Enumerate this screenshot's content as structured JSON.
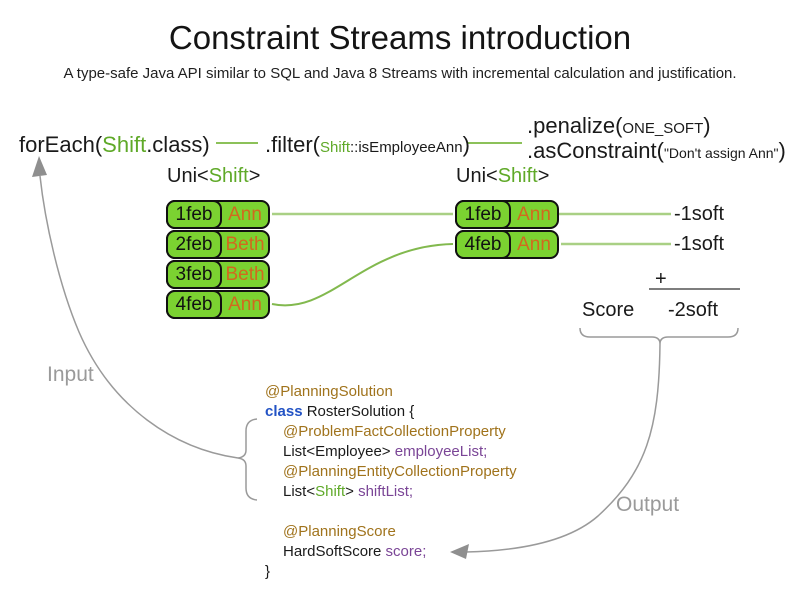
{
  "title": "Constraint Streams introduction",
  "subtitle": "A type-safe Java API similar to SQL and Java 8 Streams with incremental calculation and justification.",
  "pipeline": {
    "foreach": [
      {
        "t": "forEach(",
        "c": "plain"
      },
      {
        "t": "Shift",
        "c": "type"
      },
      {
        "t": ".class)",
        "c": "plain"
      }
    ],
    "filter": [
      {
        "t": ".filter(",
        "c": "plain"
      },
      {
        "t": "Shift",
        "c": "type-sm"
      },
      {
        "t": "::isEmployeeAnn",
        "c": "plain-sm"
      },
      {
        "t": ")",
        "c": "plain"
      }
    ],
    "penalize": [
      {
        "t": ".penalize(",
        "c": "plain"
      },
      {
        "t": "ONE_SOFT",
        "c": "plain-sm"
      },
      {
        "t": ")",
        "c": "plain"
      }
    ],
    "as_constraint": [
      {
        "t": ".asConstraint(",
        "c": "plain"
      },
      {
        "t": "\"Don't assign Ann\"",
        "c": "plain-xs"
      },
      {
        "t": ")",
        "c": "plain"
      }
    ]
  },
  "streams": {
    "left": {
      "type_label": [
        {
          "t": "Uni<",
          "c": "plain"
        },
        {
          "t": "Shift",
          "c": "type"
        },
        {
          "t": ">",
          "c": "plain"
        }
      ],
      "rows": [
        {
          "date": "1feb",
          "employee": "Ann"
        },
        {
          "date": "2feb",
          "employee": "Beth"
        },
        {
          "date": "3feb",
          "employee": "Beth"
        },
        {
          "date": "4feb",
          "employee": "Ann"
        }
      ]
    },
    "right": {
      "type_label": [
        {
          "t": "Uni<",
          "c": "plain"
        },
        {
          "t": "Shift",
          "c": "type"
        },
        {
          "t": ">",
          "c": "plain"
        }
      ],
      "rows": [
        {
          "date": "1feb",
          "employee": "Ann"
        },
        {
          "date": "4feb",
          "employee": "Ann"
        }
      ]
    }
  },
  "scoring": {
    "penalties": [
      "-1soft",
      "-1soft"
    ],
    "plus_sign": "+",
    "score_label": "Score",
    "total": "-2soft"
  },
  "flow_labels": {
    "input": "Input",
    "output": "Output"
  },
  "code": {
    "lines": [
      {
        "indent": 0,
        "segments": [
          {
            "t": "@PlanningSolution",
            "c": "ann"
          }
        ]
      },
      {
        "indent": 0,
        "segments": [
          {
            "t": "class ",
            "c": "kw"
          },
          {
            "t": "RosterSolution {",
            "c": "plain"
          }
        ]
      },
      {
        "indent": 1,
        "segments": [
          {
            "t": "@ProblemFactCollectionProperty",
            "c": "ann"
          }
        ]
      },
      {
        "indent": 1,
        "segments": [
          {
            "t": "List<Employee> ",
            "c": "plain"
          },
          {
            "t": "employeeList;",
            "c": "field"
          }
        ]
      },
      {
        "indent": 1,
        "segments": [
          {
            "t": "@PlanningEntityCollectionProperty",
            "c": "ann"
          }
        ]
      },
      {
        "indent": 1,
        "segments": [
          {
            "t": "List<",
            "c": "plain"
          },
          {
            "t": "Shift",
            "c": "type"
          },
          {
            "t": "> ",
            "c": "plain"
          },
          {
            "t": "shiftList;",
            "c": "field"
          }
        ]
      },
      {
        "indent": 1,
        "segments": []
      },
      {
        "indent": 1,
        "segments": [
          {
            "t": "@PlanningScore",
            "c": "ann"
          }
        ]
      },
      {
        "indent": 1,
        "segments": [
          {
            "t": "HardSoftScore ",
            "c": "plain"
          },
          {
            "t": "score;",
            "c": "field"
          }
        ]
      },
      {
        "indent": 0,
        "segments": [
          {
            "t": "}",
            "c": "plain"
          }
        ]
      }
    ]
  },
  "colors": {
    "type_green": "#5fa928",
    "box_green": "#7bd231",
    "employee_orange": "#d2691e",
    "annotation_brown": "#a0731c",
    "keyword_blue": "#2353c5",
    "field_purple": "#7a4596",
    "connector_green": "#a9d084",
    "connector_green_dark": "#82b94e",
    "arrow_gray": "#9a9a9a"
  }
}
